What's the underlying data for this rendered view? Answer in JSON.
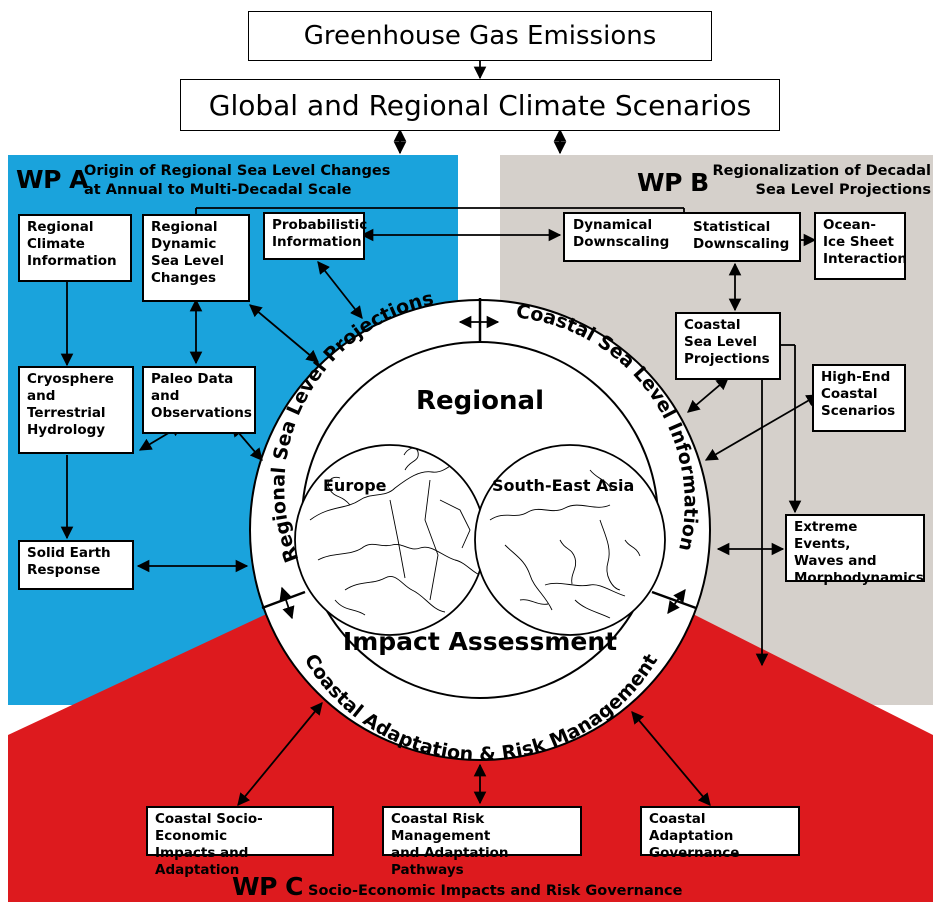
{
  "top": {
    "emissions": "Greenhouse Gas Emissions",
    "scenarios": "Global and Regional Climate Scenarios"
  },
  "wp_a": {
    "letter": "WP A",
    "title_line1": "Origin of Regional Sea Level Changes",
    "title_line2": "at Annual to Multi-Decadal Scale",
    "boxes": {
      "regional_climate_line1": "Regional",
      "regional_climate_line2": "Climate",
      "regional_climate_line3": "Information",
      "dynamic_line1": "Regional",
      "dynamic_line2": "Dynamic",
      "dynamic_line3": "Sea Level",
      "dynamic_line4": "Changes",
      "probabilistic_line1": "Probabilistic",
      "probabilistic_line2": "Information",
      "cryosphere_line1": "Cryosphere",
      "cryosphere_line2": "and",
      "cryosphere_line3": "Terrestrial",
      "cryosphere_line4": "Hydrology",
      "paleo_line1": "Paleo Data",
      "paleo_line2": "and",
      "paleo_line3": "Observations",
      "solid_earth_line1": "Solid Earth",
      "solid_earth_line2": "Response"
    },
    "color": "#1aa3dc"
  },
  "wp_b": {
    "letter": "WP B",
    "title_line1": "Regionalization of Decadal",
    "title_line2": "Sea Level Projections",
    "boxes": {
      "dynamical_line1": "Dynamical",
      "dynamical_line2": "Downscaling",
      "statistical_line1": "Statistical",
      "statistical_line2": "Downscaling",
      "ocean_line1": "Ocean-",
      "ocean_line2": "Ice Sheet",
      "ocean_line3": "Interaction",
      "coastal_line1": "Coastal",
      "coastal_line2": "Sea Level",
      "coastal_line3": "Projections",
      "highend_line1": "High-End",
      "highend_line2": "Coastal",
      "highend_line3": "Scenarios",
      "extreme_line1": "Extreme Events,",
      "extreme_line2": "Waves and",
      "extreme_line3": "Morphodynamics"
    },
    "color": "#d5d0cb"
  },
  "wp_c": {
    "letter": "WP C",
    "title": "Socio-Economic Impacts and Risk Governance",
    "boxes": {
      "socio_line1": "Coastal Socio-Economic",
      "socio_line2": "Impacts and Adaptation",
      "risk_line1": "Coastal Risk Management",
      "risk_line2": "and Adaptation Pathways",
      "governance_line1": "Coastal Adaptation",
      "governance_line2": "Governance"
    },
    "color": "#dd1a1e"
  },
  "ring": {
    "left_arc": "Regional Sea Level Projections",
    "right_arc": "Coastal Sea Level Information",
    "bottom_arc": "Coastal Adaptation & Risk Management"
  },
  "center": {
    "top_word": "Regional",
    "bottom_word": "Impact Assessment",
    "map_left": "Europe",
    "map_right": "South-East Asia"
  }
}
